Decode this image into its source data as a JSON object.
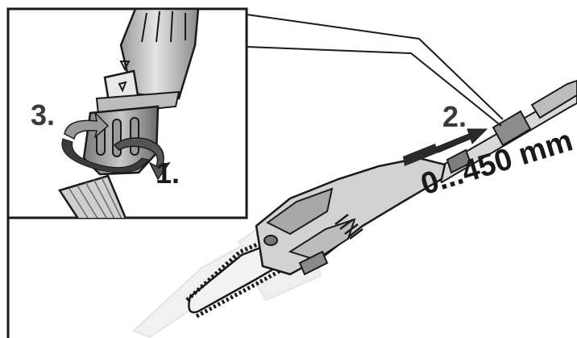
{
  "labels": {
    "step1": "1.",
    "step2": "2.",
    "step3": "3.",
    "range": "0...450 mm"
  },
  "colors": {
    "outline": "#1a1a1a",
    "body_gray": "#cfcfcf",
    "dark_gray": "#6e6e6e",
    "ghost_gray": "#e6e6e6",
    "label_gray": "#3a3a3a"
  },
  "icons": {
    "detail_inset": "telescopic-lock-collar",
    "rotate_loosen": "curved-arrow",
    "rotate_tighten": "curved-arrow",
    "extend": "straight-arrow",
    "tool": "pole-pruner"
  }
}
